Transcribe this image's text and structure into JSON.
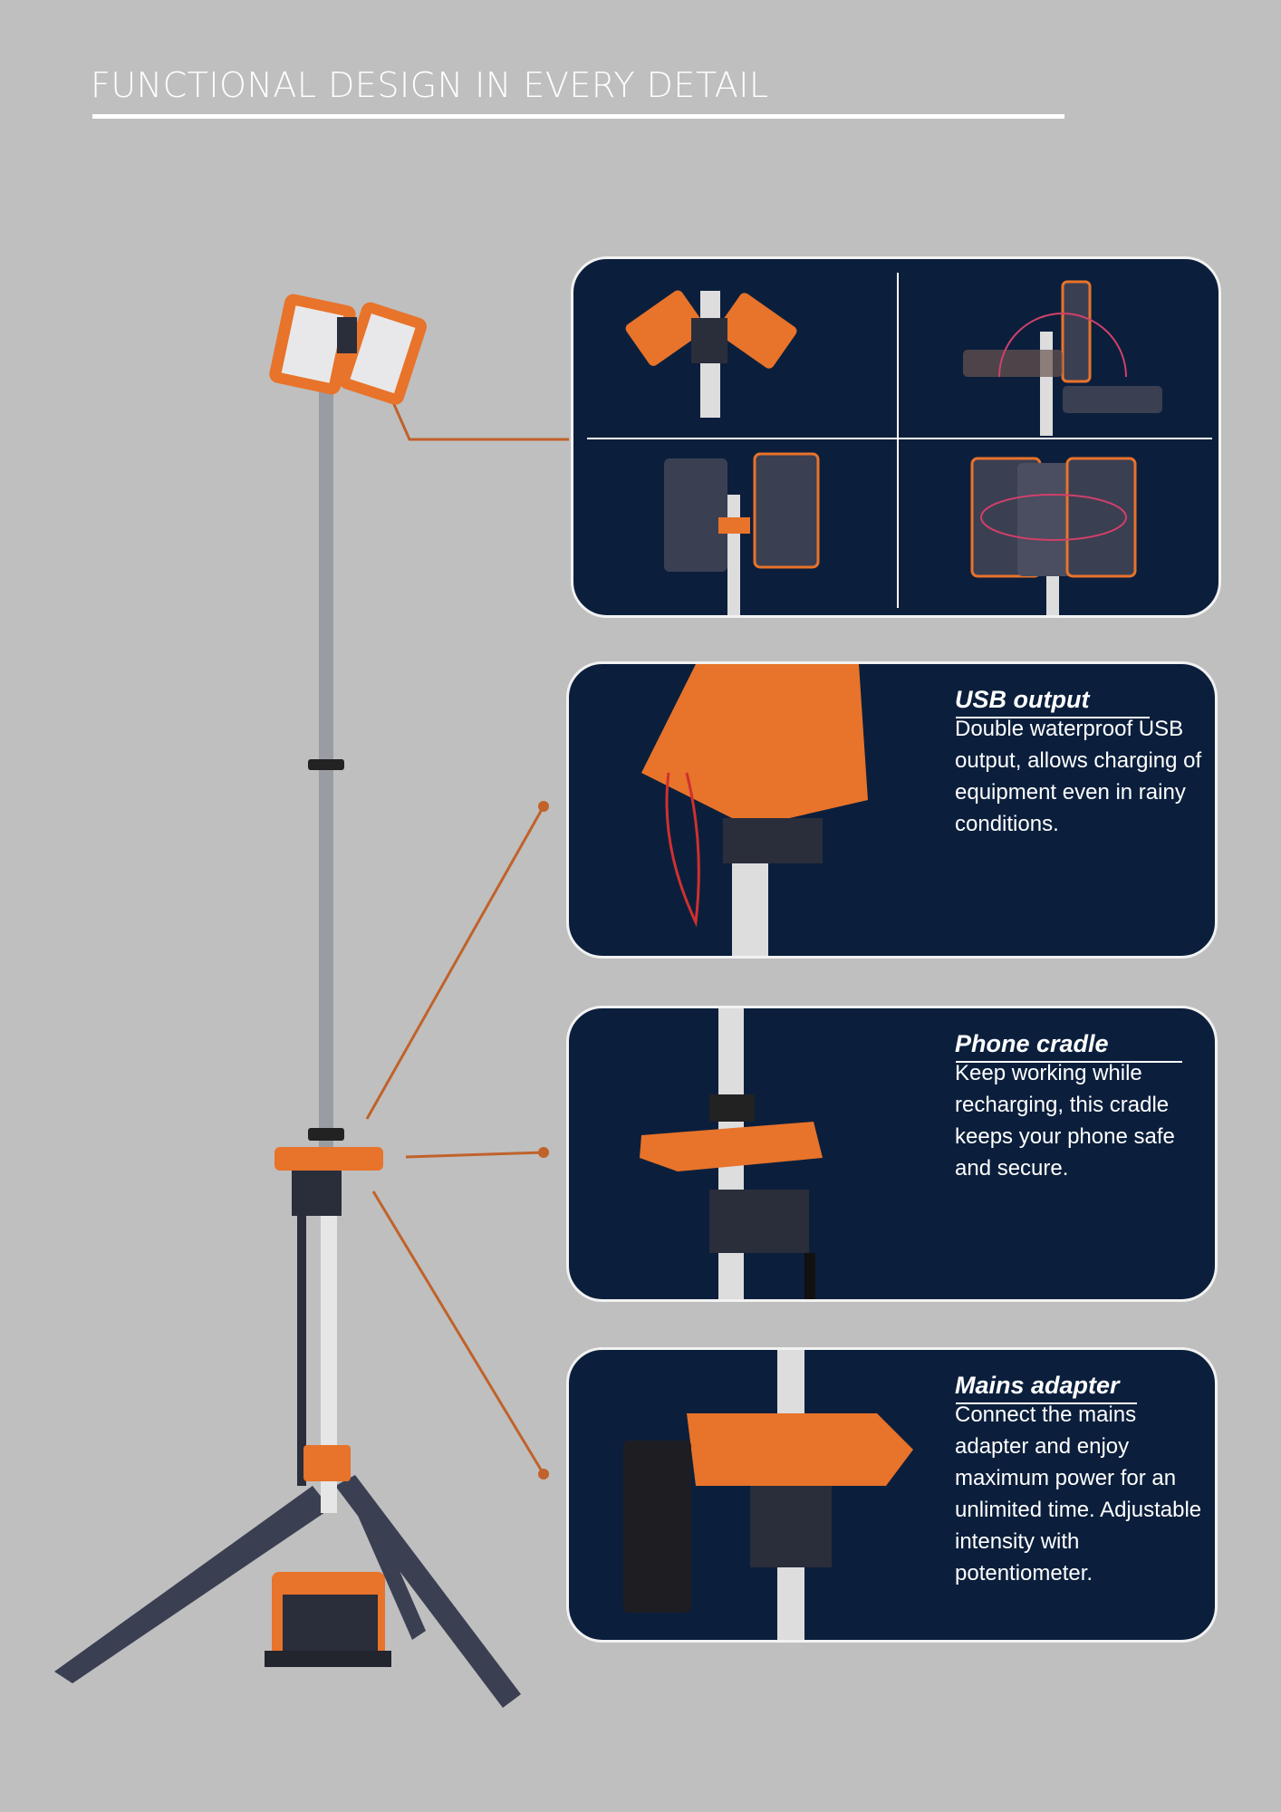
{
  "title": "FUNCTIONAL DESIGN IN EVERY DETAIL",
  "colors": {
    "background": "#bfbfbf",
    "panel": "#0b1f3c",
    "accent": "#e8732a",
    "connector": "#c0622a"
  },
  "features": [
    {
      "heading": "USB output",
      "body": "Double waterproof USB output, allows charging of equipment even in rainy conditions."
    },
    {
      "heading": "Phone cradle",
      "body": "Keep working while recharging, this cradle keeps your phone safe and secure."
    },
    {
      "heading": "Mains adapter",
      "body": "Connect the mains adapter and enjoy maximum power for an unlimited time. Adjustable intensity with potentiometer."
    }
  ]
}
